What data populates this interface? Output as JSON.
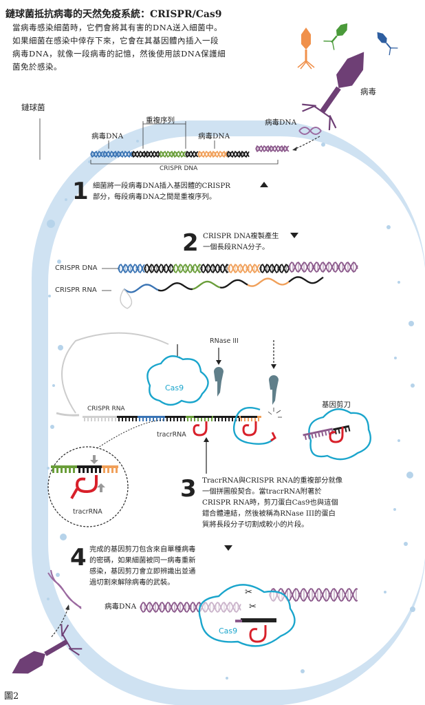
{
  "title": "鏈球菌抵抗病毒的天然免疫系統：CRISPR/Cas9",
  "intro_lines": [
    "當病毒感染細菌時，它們會將其有害的DNA送入細菌中。",
    "如果細菌在感染中倖存下來，它會在其基因體內插入一段",
    "病毒DNA，就像一段病毒的記憶，然後使用該DNA保護細",
    "菌免於感染。"
  ],
  "labels": {
    "bacterium": "鏈球菌",
    "virus": "病毒",
    "virus_dna_1": "病毒DNA",
    "repeat_seq": "重複序列",
    "virus_dna_2": "病毒DNA",
    "virus_dna_incoming": "病毒DNA",
    "crispr_dna_bracket": "CRISPR DNA",
    "crispr_dna": "CRISPR DNA",
    "crispr_rna": "CRISPR RNA",
    "crispr_rna_small": "CRISPR RNA",
    "rnase": "RNase III",
    "cas9": "Cas9",
    "tracrrna": "tracrRNA",
    "tracrrna_zoom": "tracrRNA",
    "gene_scissors": "基因剪刀",
    "virus_dna_attack": "病毒DNA",
    "cas9_bottom": "Cas9",
    "figure_caption": "圖2"
  },
  "steps": [
    {
      "num": "1",
      "lines": [
        "細菌將一段病毒DNA插入基因體的CRISPR",
        "部分，每段病毒DNA之間是重複序列。"
      ]
    },
    {
      "num": "2",
      "lines": [
        "CRISPR DNA複製產生",
        "一個長段RNA分子。"
      ]
    },
    {
      "num": "3",
      "lines": [
        "TracrRNA與CRISPR RNA的重複部分就像",
        "一個拼圖般契合。當tracrRNA附著於",
        "CRISPR RNA時，剪刀蛋白Cas9也與這個",
        "錯合體連結，然後被稱為RNase III的蛋白",
        "質將長段分子切割成較小的片段。"
      ]
    },
    {
      "num": "4",
      "lines": [
        "完成的基因剪刀包含來自單種病毒",
        "的密碼，如果細菌被同一病毒重新",
        "感染，基因剪刀會立即辨識出並通",
        "過切割來解除病毒的武裝。"
      ]
    }
  ],
  "colors": {
    "cell": "#c9dff0",
    "cell_edge": "#9ec3e2",
    "blue": "#3a74b4",
    "green": "#6a9e3a",
    "orange": "#f0a05a",
    "purple": "#8c5a8c",
    "black": "#1a1a1a",
    "red": "#d8202a",
    "cyan": "#1aa5cc",
    "virus_purple": "#6e3f75"
  }
}
